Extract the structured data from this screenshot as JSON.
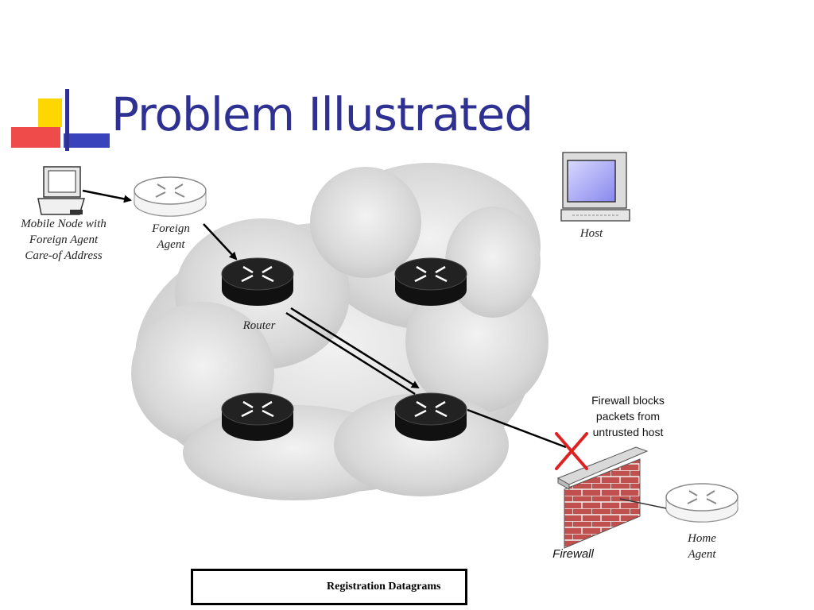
{
  "slide": {
    "title": "Problem Illustrated"
  },
  "nodes": {
    "mobile_node": "Mobile Node with\nForeign Agent\nCare-of Address",
    "foreign_agent": "Foreign\nAgent",
    "router": "Router",
    "host": "Host",
    "firewall": "Firewall",
    "home_agent": "Home\nAgent"
  },
  "annotations": {
    "firewall_note": "Firewall blocks\npackets from\nuntrusted host"
  },
  "legend": {
    "label": "Registration Datagrams"
  },
  "colors": {
    "title": "#2e3192",
    "block": "#cc3333",
    "brick": "#c0504d"
  }
}
